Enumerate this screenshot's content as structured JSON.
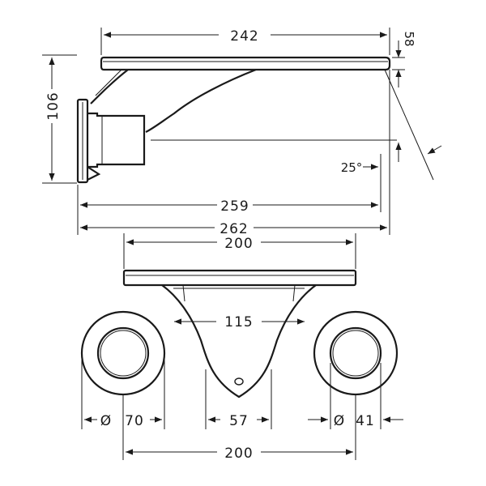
{
  "dimensions": {
    "top_width": "242",
    "spout_thickness": "58",
    "height": "106",
    "angle": "25°",
    "projection_a": "259",
    "projection_b": "262",
    "front_width": "200",
    "inner_width": "115",
    "rosette_diameter": "70",
    "body_width": "57",
    "handle_diameter": "41",
    "centers": "200",
    "diameter_symbol": "Ø"
  }
}
